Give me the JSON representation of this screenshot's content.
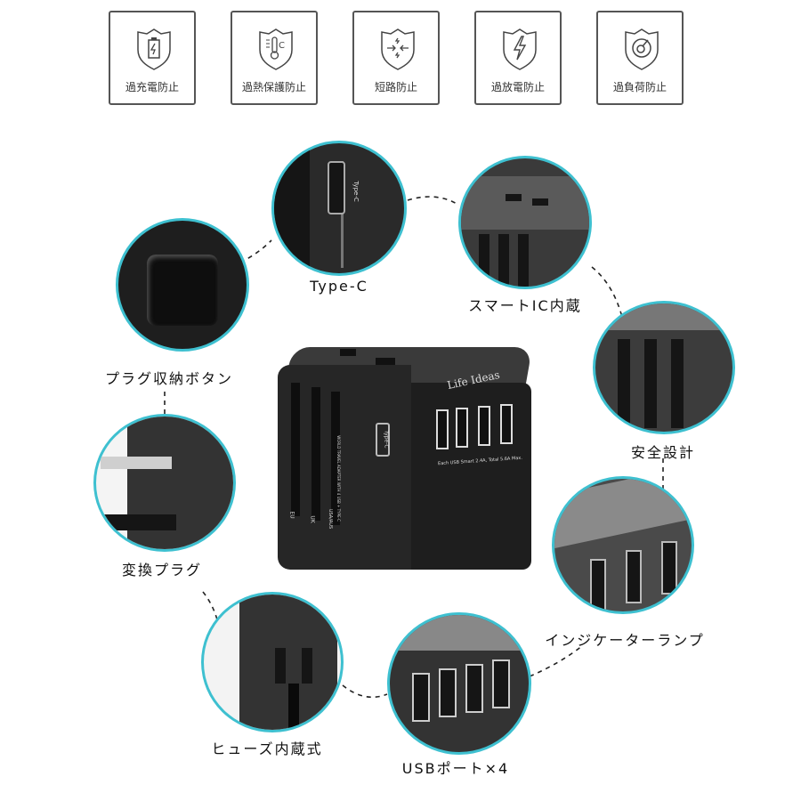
{
  "features": [
    {
      "label": "過充電防止",
      "icon": "shield-battery-icon"
    },
    {
      "label": "過熱保護防止",
      "icon": "shield-thermometer-icon"
    },
    {
      "label": "短路防止",
      "icon": "shield-short-circuit-icon"
    },
    {
      "label": "過放電防止",
      "icon": "shield-lightning-icon"
    },
    {
      "label": "過負荷防止",
      "icon": "shield-gauge-icon"
    }
  ],
  "callouts": {
    "typec": "Type-C",
    "plug_button": "プラグ収納ボタン",
    "smart_ic": "スマートIC内蔵",
    "safety": "安全設計",
    "conversion_plug": "変換プラグ",
    "indicator": "インジケーターランプ",
    "fuse": "ヒューズ内蔵式",
    "usb": "USBポート×4"
  },
  "product": {
    "brand": "Life Ideas",
    "usb_note": "Each USB Smart 2.4A, Total 5.6A Max.",
    "typec_label": "Type-C",
    "plug_eu": "EU",
    "plug_uk": "UK",
    "plug_us": "USA/AUS",
    "side_title": "WORLD TRAVEL ADAPTER WITH 4 USB + TYPE-C"
  },
  "colors": {
    "circle_border": "#3ec0d0",
    "product": "#2a2a2a"
  }
}
